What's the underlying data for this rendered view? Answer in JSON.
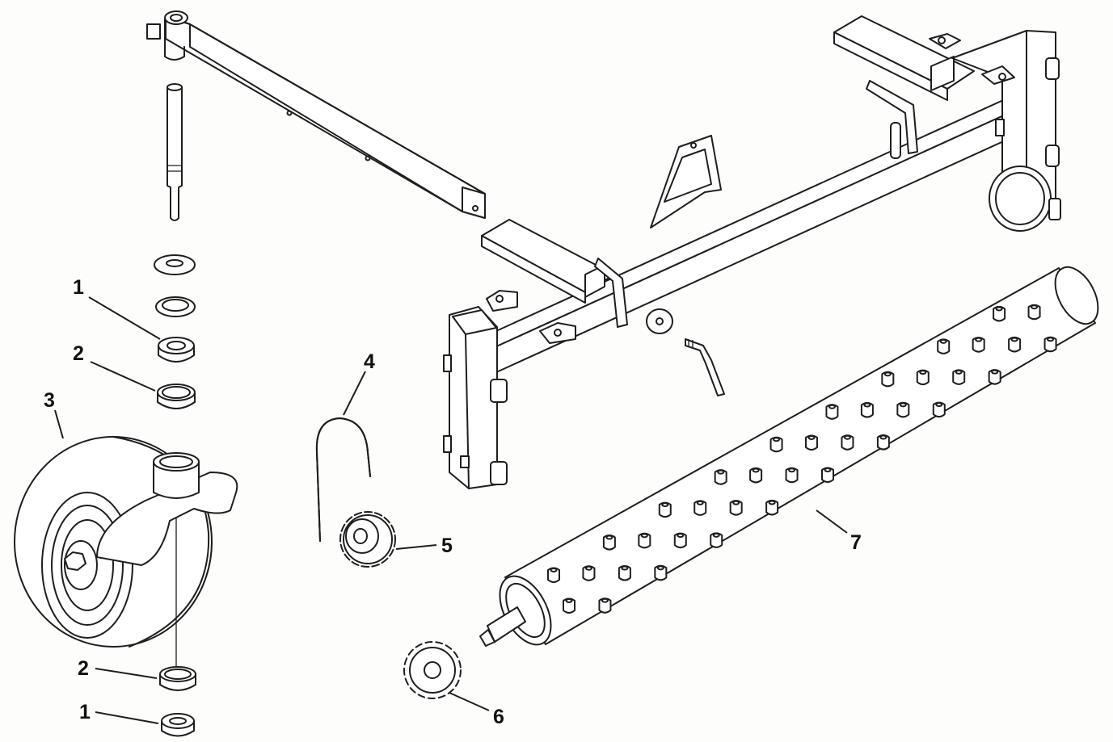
{
  "callouts": [
    {
      "id": "1",
      "label": "1",
      "part": "bearing cup (upper)"
    },
    {
      "id": "2",
      "label": "2",
      "part": "bearing cone (upper)"
    },
    {
      "id": "3",
      "label": "3",
      "part": "caster wheel"
    },
    {
      "id": "4",
      "label": "4",
      "part": "drive chain"
    },
    {
      "id": "5",
      "label": "5",
      "part": "idler sprocket"
    },
    {
      "id": "6",
      "label": "6",
      "part": "drive sprocket"
    },
    {
      "id": "7",
      "label": "7",
      "part": "spiked drum"
    },
    {
      "id": "2b",
      "label": "2",
      "part": "bearing cone (lower)"
    },
    {
      "id": "1b",
      "label": "1",
      "part": "bearing cup (lower)"
    }
  ],
  "colors": {
    "line": "#1e1e1e",
    "paper": "#fdfdfb"
  }
}
